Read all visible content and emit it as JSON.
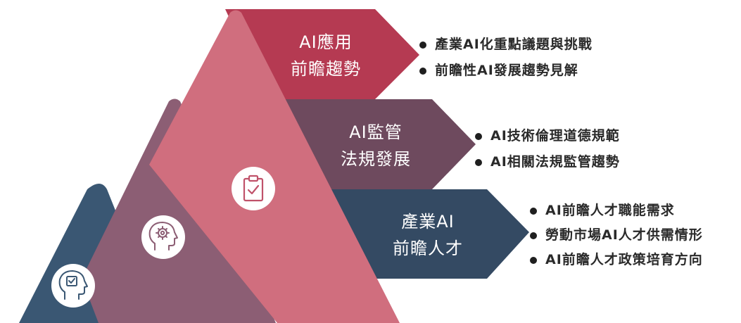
{
  "tiers": [
    {
      "title_lines": [
        "AI應用",
        "前瞻趨勢"
      ],
      "icon": "clipboard-check-icon",
      "color": "#b53a52",
      "bullets": [
        "產業AI化重點議題與挑戰",
        "前瞻性AI發展趨勢見解"
      ]
    },
    {
      "title_lines": [
        "AI監管",
        "法規發展"
      ],
      "icon": "gear-head-icon",
      "color": "#6e4a5e",
      "bullets": [
        "AI技術倫理道德規範",
        "AI相關法規監管趨勢"
      ]
    },
    {
      "title_lines": [
        "產業AI",
        "前瞻人才"
      ],
      "icon": "head-checklist-icon",
      "color": "#344a63",
      "bullets": [
        "AI前瞻人才職能需求",
        "勞動市場AI人才供需情形",
        "AI前瞻人才政策培育方向"
      ]
    }
  ],
  "colors": {
    "ribbon_back": "#3a5773",
    "ribbon_middle": "#8c5e74",
    "ribbon_front": "#d06e7e",
    "icon_stroke_1": "#c0526a",
    "icon_stroke_2": "#8c5e74",
    "icon_stroke_3": "#3a5773"
  }
}
